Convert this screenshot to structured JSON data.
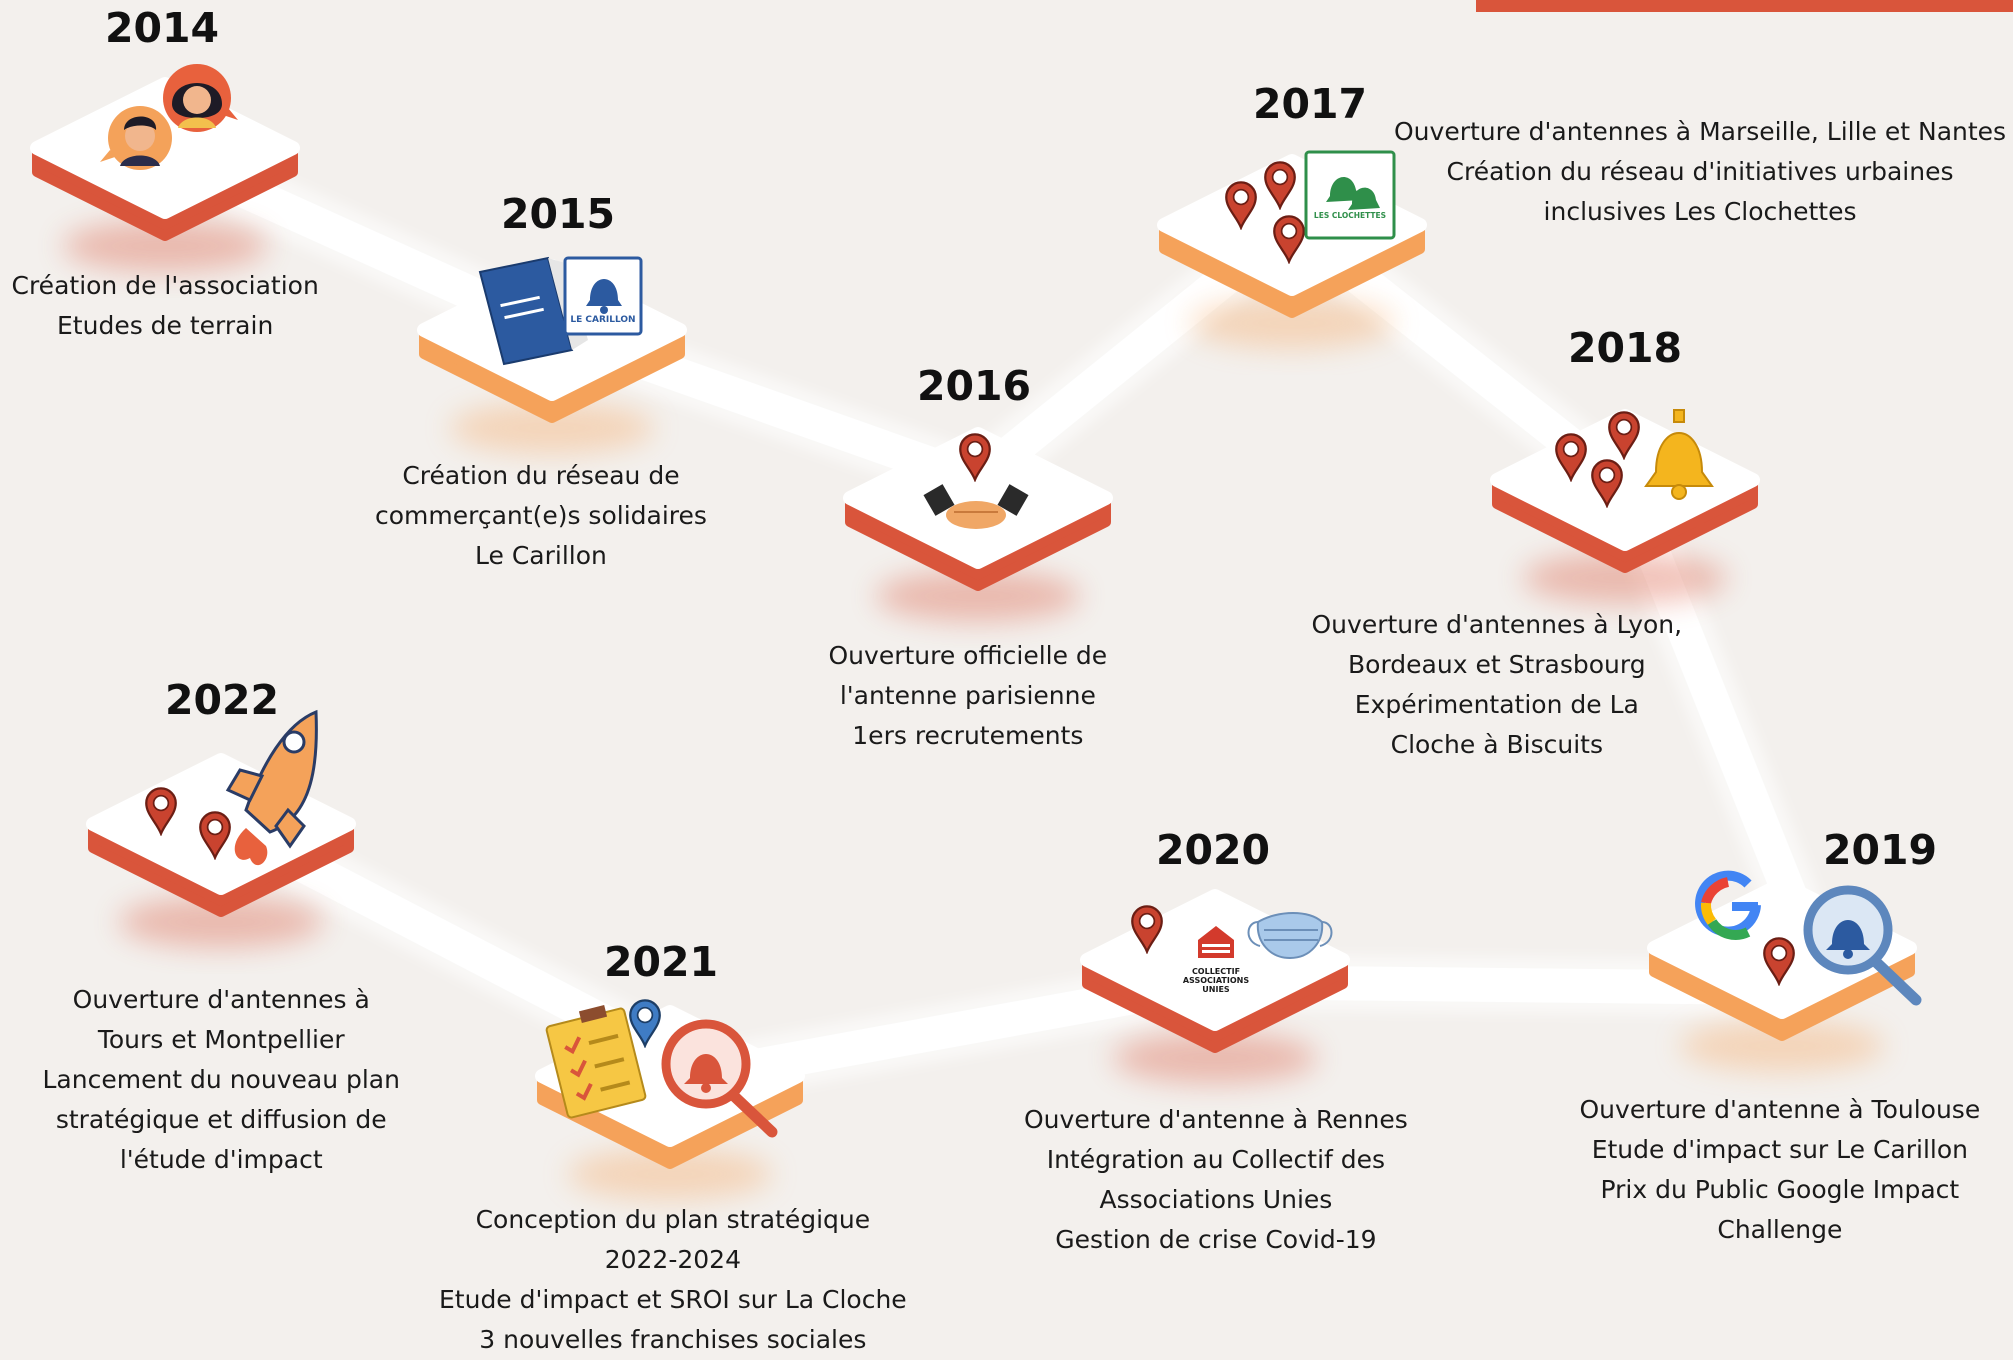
{
  "colors": {
    "background": "#f3f0ed",
    "accent": "#d9553b",
    "accent_light": "#f5a25a",
    "tile_top": "#ffffff",
    "path": "#ffffff",
    "pin": "#c9432f"
  },
  "milestones": [
    {
      "year": "2014",
      "lines": [
        "Création de l'association",
        "Etudes de terrain"
      ],
      "tile_color": "#d9553b",
      "icons": [
        "avatar-woman-icon",
        "avatar-man-icon"
      ]
    },
    {
      "year": "2015",
      "lines": [
        "Création du réseau de",
        "commerçant(e)s solidaires",
        "Le Carillon"
      ],
      "tile_color": "#f5a25a",
      "icons": [
        "carillon-guide-booklet-icon",
        "le-carillon-logo"
      ],
      "logo_text": "LE CARILLON"
    },
    {
      "year": "2016",
      "lines": [
        "Ouverture officielle de",
        "l'antenne parisienne",
        "1ers recrutements"
      ],
      "tile_color": "#d9553b",
      "icons": [
        "location-pin-icon",
        "handshake-icon"
      ]
    },
    {
      "year": "2017",
      "lines": [
        "Ouverture d'antennes à Marseille, Lille et Nantes",
        "Création du réseau d'initiatives urbaines",
        "inclusives Les Clochettes"
      ],
      "tile_color": "#f5a25a",
      "icons": [
        "location-pin-icon",
        "location-pin-icon",
        "location-pin-icon",
        "les-clochettes-logo"
      ],
      "logo_text": "LES CLOCHETTES"
    },
    {
      "year": "2018",
      "lines": [
        "Ouverture d'antennes à Lyon,",
        "Bordeaux et Strasbourg",
        "Expérimentation de La",
        "Cloche à Biscuits"
      ],
      "tile_color": "#d9553b",
      "icons": [
        "location-pin-icon",
        "location-pin-icon",
        "location-pin-icon",
        "bell-icon"
      ]
    },
    {
      "year": "2019",
      "lines": [
        "Ouverture d'antenne à Toulouse",
        "Etude d'impact sur Le Carillon",
        "Prix du Public Google Impact",
        "Challenge"
      ],
      "tile_color": "#f5a25a",
      "icons": [
        "google-logo",
        "location-pin-icon",
        "magnifier-bell-icon"
      ]
    },
    {
      "year": "2020",
      "lines": [
        "Ouverture d'antenne à Rennes",
        "Intégration au Collectif des",
        "Associations Unies",
        "Gestion de crise Covid-19"
      ],
      "tile_color": "#d9553b",
      "icons": [
        "location-pin-icon",
        "collectif-associations-unies-logo",
        "face-mask-icon"
      ],
      "logo_text": "COLLECTIF ASSOCIATIONS UNIES"
    },
    {
      "year": "2021",
      "lines": [
        "Conception du plan stratégique",
        "2022-2024",
        "Etude d'impact  et SROI sur La Cloche",
        "3 nouvelles franchises sociales"
      ],
      "tile_color": "#f5a25a",
      "icons": [
        "checklist-icon",
        "location-pin-icon",
        "magnifier-bell-icon"
      ]
    },
    {
      "year": "2022",
      "lines": [
        "Ouverture d'antennes à",
        "Tours et Montpellier",
        "Lancement du nouveau plan",
        "stratégique et diffusion de",
        "l'étude d'impact"
      ],
      "tile_color": "#d9553b",
      "icons": [
        "location-pin-icon",
        "location-pin-icon",
        "rocket-icon"
      ]
    }
  ]
}
